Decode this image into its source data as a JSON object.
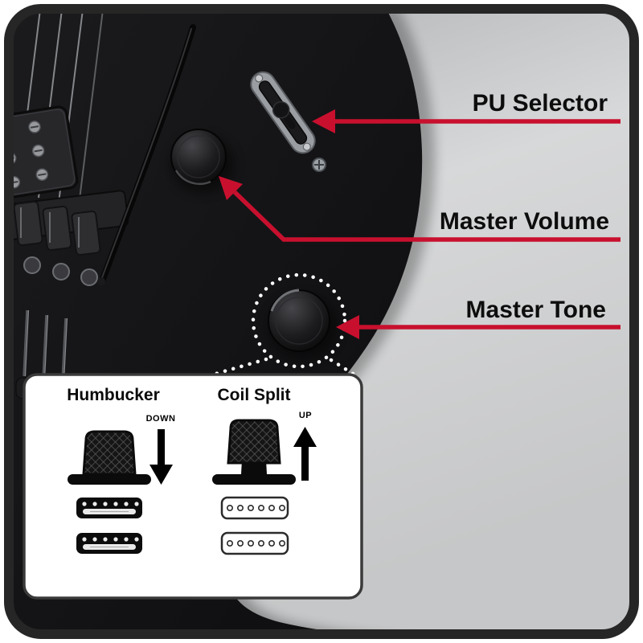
{
  "callouts": {
    "pu_selector": {
      "label": "PU Selector"
    },
    "master_volume": {
      "label": "Master Volume"
    },
    "master_tone": {
      "label": "Master Tone"
    }
  },
  "inset": {
    "humbucker": {
      "title": "Humbucker",
      "push_direction": "DOWN"
    },
    "coil_split": {
      "title": "Coil Split",
      "push_direction": "UP"
    }
  },
  "icons": {
    "focus_ring": "dotted-circle",
    "down_arrow": "thick-down-arrow",
    "up_arrow": "thick-up-arrow",
    "humbucker_pickup": "double-coil-pickup-icon",
    "single_coil_pickup": "single-coil-pickup-icon",
    "push_knob_down": "knob-pushed-down",
    "push_knob_up": "knob-pulled-up"
  },
  "colors": {
    "callout_red": "#c8102e",
    "guitar_black": "#141416",
    "background_gray": "#cdced0",
    "panel_white": "#ffffff",
    "frame_border": "#262626"
  }
}
